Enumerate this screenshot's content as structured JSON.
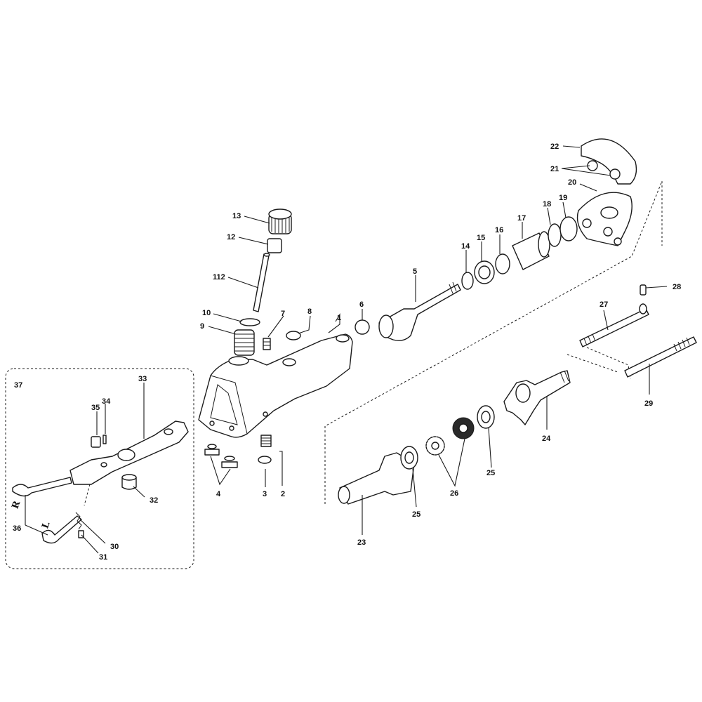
{
  "callouts": [
    {
      "label": "1"
    },
    {
      "label": "2"
    },
    {
      "label": "3"
    },
    {
      "label": "4"
    },
    {
      "label": "5"
    },
    {
      "label": "6"
    },
    {
      "label": "7"
    },
    {
      "label": "8"
    },
    {
      "label": "9"
    },
    {
      "label": "10"
    },
    {
      "label": "112"
    },
    {
      "label": "12"
    },
    {
      "label": "13"
    },
    {
      "label": "14"
    },
    {
      "label": "15"
    },
    {
      "label": "16"
    },
    {
      "label": "17"
    },
    {
      "label": "18"
    },
    {
      "label": "19"
    },
    {
      "label": "20"
    },
    {
      "label": "21"
    },
    {
      "label": "22"
    },
    {
      "label": "23"
    },
    {
      "label": "24"
    },
    {
      "label": "25"
    },
    {
      "label": "25"
    },
    {
      "label": "26"
    },
    {
      "label": "27"
    },
    {
      "label": "28"
    },
    {
      "label": "29"
    },
    {
      "label": "30"
    },
    {
      "label": "31"
    },
    {
      "label": "32"
    },
    {
      "label": "33"
    },
    {
      "label": "34"
    },
    {
      "label": "35"
    },
    {
      "label": "36"
    },
    {
      "label": "37"
    }
  ],
  "side_marks": {
    "right": "R",
    "left": "L"
  }
}
